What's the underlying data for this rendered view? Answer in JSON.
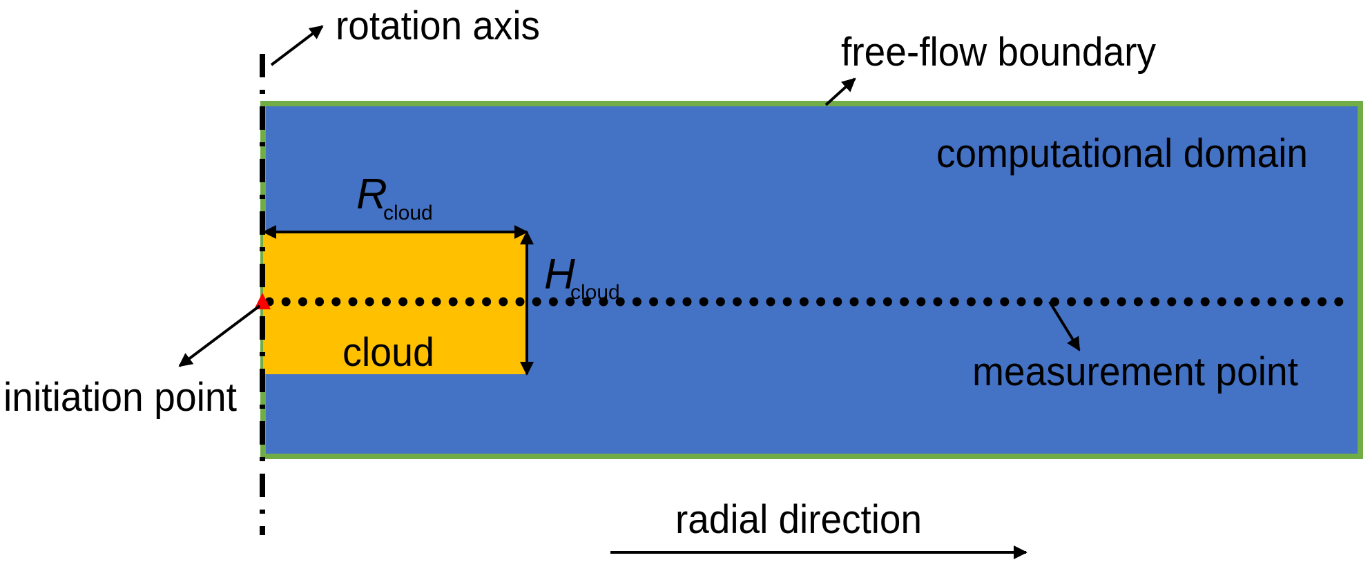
{
  "labels": {
    "rotation_axis": "rotation axis",
    "free_flow_boundary": "free-flow boundary",
    "computational_domain": "computational domain",
    "cloud": "cloud",
    "measurement_point": "measurement point",
    "initiation_point": "initiation point",
    "radial_direction": "radial direction",
    "r_symbol": "R",
    "r_subscript": "cloud",
    "h_symbol": "H",
    "h_subscript": "cloud"
  },
  "colors": {
    "domain_fill": "#4472C4",
    "boundary": "#70AD47",
    "cloud_fill": "#FFC000",
    "initiation_marker": "#FF0000",
    "ink": "#000000"
  }
}
